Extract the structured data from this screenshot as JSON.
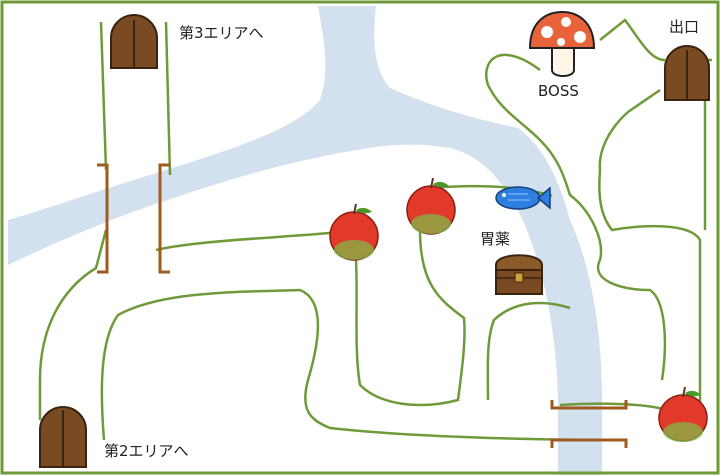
{
  "labels": {
    "area3": "第3エリアへ",
    "exit": "出口",
    "boss": "BOSS",
    "item": "胃薬",
    "area2": "第2エリアへ"
  },
  "icons": {
    "door": "door-icon",
    "boss": "mushroom-icon",
    "apple": "apple-icon",
    "fish": "fish-icon",
    "chest": "treasure-chest-icon",
    "bridge": "bridge-icon"
  },
  "colors": {
    "frame": "#6f9a3a",
    "path": "#6f9a3a",
    "river": "#d3e0ee",
    "bridge": "#a05a1e",
    "door": "#7a4a22",
    "mushroom_cap": "#e8623a",
    "apple": "#e23a2a",
    "fish": "#2f7fe0"
  }
}
